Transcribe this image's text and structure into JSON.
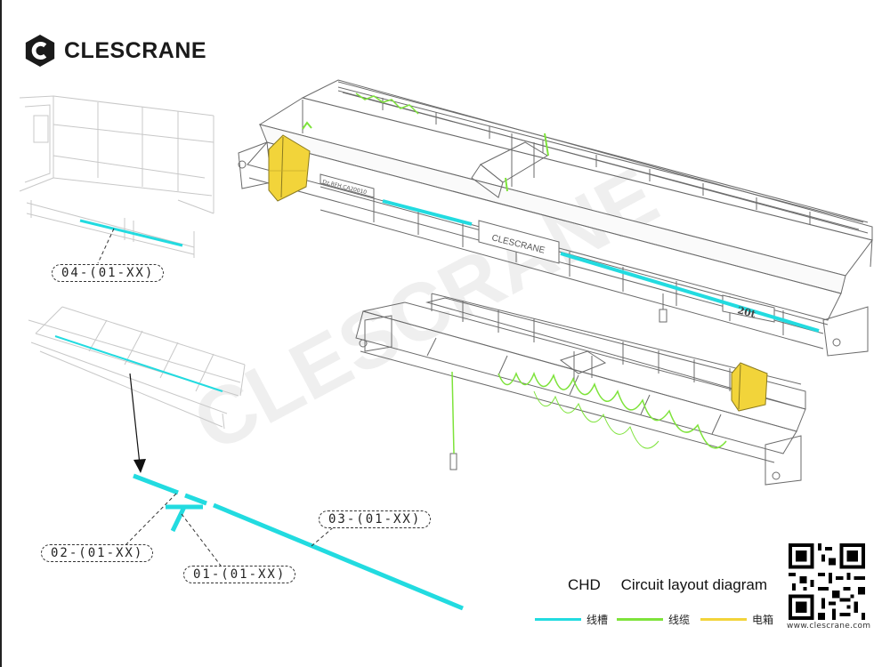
{
  "brand": {
    "name": "CLESCRANE",
    "watermark": "CLESCRANE"
  },
  "labels": {
    "l04": "04-(01-XX)",
    "l02": "02-(01-XX)",
    "l01": "01-(01-XX)",
    "l03": "03-(01-XX)"
  },
  "title": {
    "model": "CHD",
    "text": "Circuit layout diagram"
  },
  "legend": [
    {
      "label": "线槽",
      "color": "#22dbe0"
    },
    {
      "label": "线缆",
      "color": "#7ee33b"
    },
    {
      "label": "电箱",
      "color": "#f2d43a"
    }
  ],
  "crane": {
    "nameplate": "CLESCRANE",
    "capacity": "20t",
    "plate": "Dz.RFH.CA20010"
  },
  "url": "www.clescrane.com",
  "colors": {
    "trunking": "#22dbe0",
    "cable": "#7ee33b",
    "box": "#f2d43a",
    "line": "#6b6b6b"
  }
}
